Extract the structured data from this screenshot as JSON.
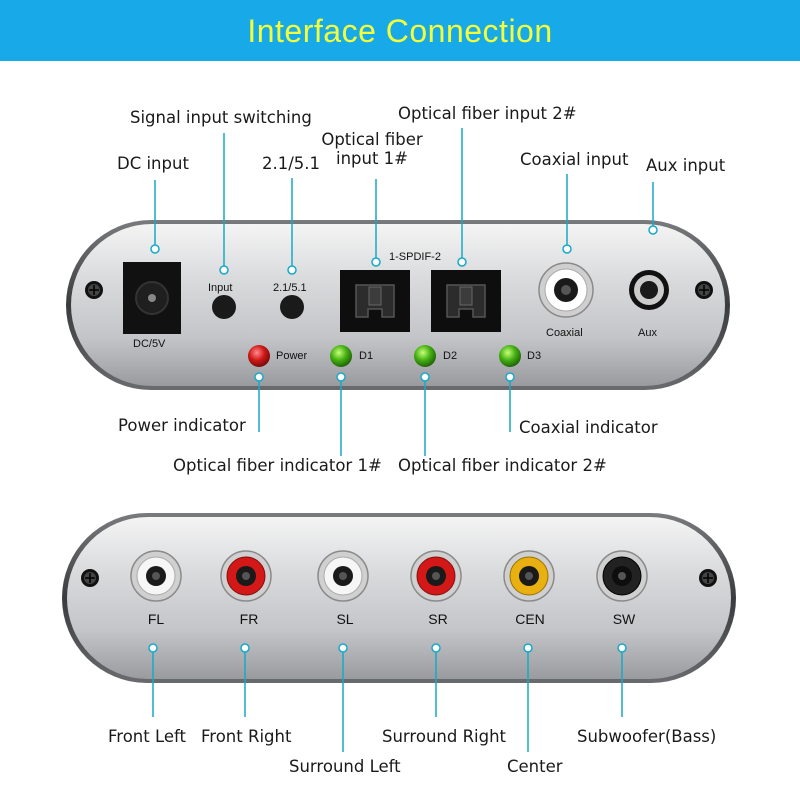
{
  "header": {
    "title": "Interface  Connection",
    "background": "#17a9e8",
    "title_color": "#f3ff3a"
  },
  "top_panel": {
    "callouts": {
      "dc_input": "DC input",
      "signal_switching": "Signal input switching",
      "mode": "2.1/5.1",
      "optical1_line1": "Optical fiber",
      "optical1_line2": "input 1#",
      "optical2": "Optical fiber input 2#",
      "coaxial_input": "Coaxial input",
      "aux_input": "Aux  input",
      "power_indicator": "Power indicator",
      "optical_indicator_1": "Optical fiber indicator 1#",
      "optical_indicator_2": "Optical fiber indicator  2#",
      "coaxial_indicator": "Coaxial indicator"
    },
    "panel_labels": {
      "dc": "DC/5V",
      "input_button": "Input",
      "mode_button": "2.1/5.1",
      "spdif": "1-SPDIF-2",
      "coaxial": "Coaxial",
      "aux": "Aux",
      "power_led": "Power",
      "d1": "D1",
      "d2": "D2",
      "d3": "D3"
    }
  },
  "bottom_panel": {
    "channels": [
      "FL",
      "FR",
      "SL",
      "SR",
      "CEN",
      "SW"
    ],
    "descriptions": [
      "Front Left",
      "Front Right",
      "Surround Left",
      "Surround Right",
      "Center",
      "Subwoofer(Bass)"
    ]
  },
  "colors": {
    "callout_line": "#17a9c8",
    "led_red": "#c01010",
    "led_green": "#3aa810",
    "rca_red": "#d41818",
    "rca_yellow": "#e8b010"
  }
}
